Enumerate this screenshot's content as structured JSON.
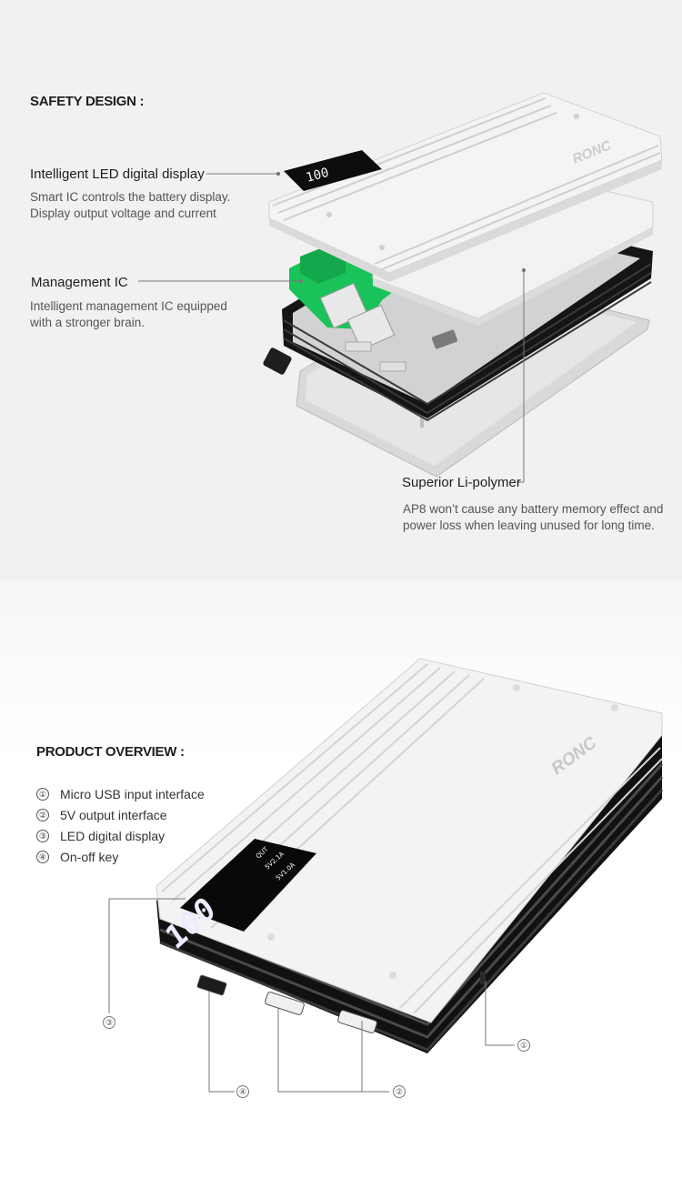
{
  "safety": {
    "heading": "SAFETY DESIGN :",
    "features": [
      {
        "title": "Intelligent LED digital display",
        "desc": [
          "Smart IC controls the battery display.",
          "Display output voltage and current"
        ]
      },
      {
        "title": "Management IC",
        "desc": [
          "Intelligent management IC equipped",
          "with a stronger brain."
        ]
      },
      {
        "title": "Superior Li-polymer",
        "desc": [
          "AP8 won’t cause any battery memory effect and",
          "power loss when leaving unused for long time."
        ]
      }
    ],
    "brand_logo": "RONC",
    "display_reading": "100"
  },
  "overview": {
    "heading": "PRODUCT OVERVIEW :",
    "items": [
      {
        "num": "①",
        "label": "Micro USB input interface"
      },
      {
        "num": "②",
        "label": "5V output interface"
      },
      {
        "num": "③",
        "label": "LED digital display"
      },
      {
        "num": "④",
        "label": "On-off key"
      }
    ],
    "callouts": [
      "③",
      "④",
      "②",
      "①"
    ],
    "brand_logo": "RONC",
    "display_reading": "100",
    "display_small": [
      "QUT",
      "5V2.1A",
      "5V1.0A"
    ]
  },
  "colors": {
    "panel_bg": "#f1f1f1",
    "pcb_green": "#19c35a",
    "shell_white": "#f4f4f4",
    "frame_black": "#151515"
  }
}
